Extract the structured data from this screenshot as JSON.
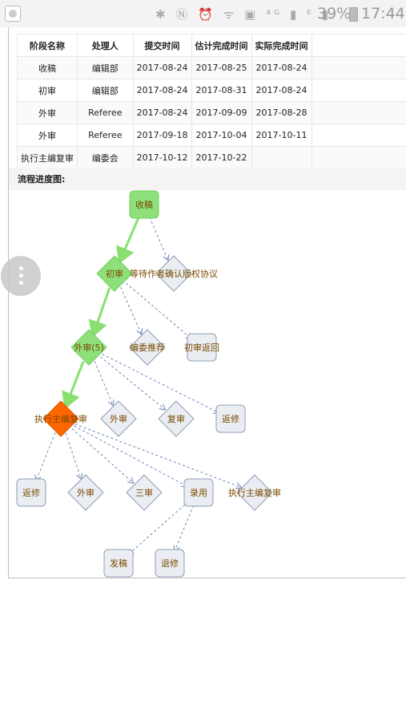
{
  "status_bar": {
    "icons": [
      "bluetooth-icon",
      "nfc-icon",
      "alarm-icon",
      "wifi-icon",
      "data-icon",
      "signal-4g-icon",
      "signal-icon",
      "signal-e-icon"
    ],
    "battery_percent": "39%",
    "time": "17:44"
  },
  "table": {
    "headers": [
      "阶段名称",
      "处理人",
      "提交时间",
      "估计完成时间",
      "实际完成时间",
      ""
    ],
    "rows": [
      [
        "收稿",
        "编辑部",
        "2017-08-24",
        "2017-08-25",
        "2017-08-24",
        ""
      ],
      [
        "初审",
        "编辑部",
        "2017-08-24",
        "2017-08-31",
        "2017-08-24",
        ""
      ],
      [
        "外审",
        "Referee",
        "2017-08-24",
        "2017-09-09",
        "2017-08-28",
        ""
      ],
      [
        "外审",
        "Referee",
        "2017-09-18",
        "2017-10-04",
        "2017-10-11",
        ""
      ],
      [
        "执行主编复审",
        "编委会",
        "2017-10-12",
        "2017-10-22",
        "",
        ""
      ]
    ]
  },
  "flow": {
    "title": "流程进度图:",
    "colors": {
      "completed": "#8ee07a",
      "current": "#ff6600",
      "pending": "#eaeef3",
      "edge_completed": "#88e070",
      "edge_pending": "#6b86b8",
      "node_border": "#8f9cb3"
    },
    "nodes": [
      {
        "id": "n1",
        "label": "收稿",
        "shape": "rect",
        "state": "completed"
      },
      {
        "id": "n2",
        "label": "初审",
        "shape": "diamond",
        "state": "completed"
      },
      {
        "id": "n3",
        "label": "等待作者确认版权协议",
        "shape": "diamond",
        "state": "pending"
      },
      {
        "id": "n4",
        "label": "外审(5)",
        "shape": "diamond",
        "state": "completed"
      },
      {
        "id": "n5",
        "label": "编委推荐",
        "shape": "diamond",
        "state": "pending"
      },
      {
        "id": "n6",
        "label": "初审返回",
        "shape": "rect",
        "state": "pending"
      },
      {
        "id": "n7",
        "label": "执行主编复审",
        "shape": "diamond",
        "state": "current"
      },
      {
        "id": "n8",
        "label": "外审",
        "shape": "diamond",
        "state": "pending"
      },
      {
        "id": "n9",
        "label": "复审",
        "shape": "diamond",
        "state": "pending"
      },
      {
        "id": "n10",
        "label": "返修",
        "shape": "rect",
        "state": "pending"
      },
      {
        "id": "n11",
        "label": "返修",
        "shape": "rect",
        "state": "pending"
      },
      {
        "id": "n12",
        "label": "外审",
        "shape": "diamond",
        "state": "pending"
      },
      {
        "id": "n13",
        "label": "三审",
        "shape": "diamond",
        "state": "pending"
      },
      {
        "id": "n14",
        "label": "录用",
        "shape": "rect",
        "state": "pending"
      },
      {
        "id": "n15",
        "label": "执行主编复审",
        "shape": "diamond",
        "state": "pending"
      },
      {
        "id": "n16",
        "label": "发稿",
        "shape": "rect",
        "state": "pending"
      },
      {
        "id": "n17",
        "label": "退修",
        "shape": "rect",
        "state": "pending"
      }
    ],
    "edges": [
      {
        "from": "n1",
        "to": "n2",
        "state": "completed"
      },
      {
        "from": "n1",
        "to": "n3",
        "state": "pending"
      },
      {
        "from": "n2",
        "to": "n4",
        "state": "completed"
      },
      {
        "from": "n2",
        "to": "n5",
        "state": "pending"
      },
      {
        "from": "n2",
        "to": "n6",
        "state": "pending"
      },
      {
        "from": "n4",
        "to": "n7",
        "state": "completed"
      },
      {
        "from": "n4",
        "to": "n8",
        "state": "pending"
      },
      {
        "from": "n4",
        "to": "n9",
        "state": "pending"
      },
      {
        "from": "n4",
        "to": "n10",
        "state": "pending"
      },
      {
        "from": "n7",
        "to": "n11",
        "state": "pending"
      },
      {
        "from": "n7",
        "to": "n12",
        "state": "pending"
      },
      {
        "from": "n7",
        "to": "n13",
        "state": "pending"
      },
      {
        "from": "n7",
        "to": "n14",
        "state": "pending"
      },
      {
        "from": "n7",
        "to": "n15",
        "state": "pending"
      },
      {
        "from": "n14",
        "to": "n16",
        "state": "pending"
      },
      {
        "from": "n14",
        "to": "n17",
        "state": "pending"
      }
    ]
  },
  "floating_button": {
    "icon": "more-vertical-icon"
  }
}
